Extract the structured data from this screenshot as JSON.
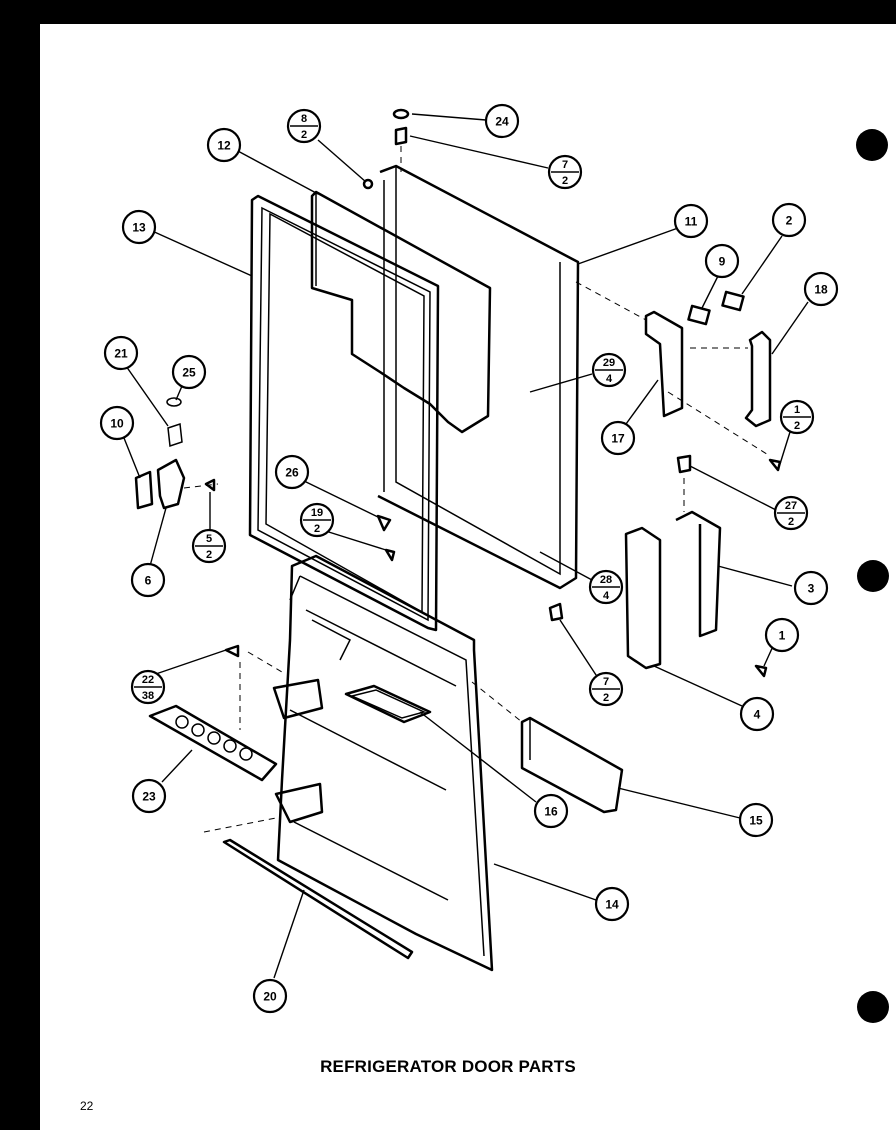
{
  "title": "REFRIGERATOR DOOR PARTS",
  "page_number": "22",
  "callouts": [
    {
      "label": "24"
    },
    {
      "label": "12"
    },
    {
      "label": "13"
    },
    {
      "label": "11"
    },
    {
      "label": "2"
    },
    {
      "label": "9"
    },
    {
      "label": "18"
    },
    {
      "label": "21"
    },
    {
      "label": "25"
    },
    {
      "label": "10"
    },
    {
      "label": "17"
    },
    {
      "label": "26"
    },
    {
      "label": "6"
    },
    {
      "label": "3"
    },
    {
      "label": "1"
    },
    {
      "label": "4"
    },
    {
      "label": "23"
    },
    {
      "label": "16"
    },
    {
      "label": "15"
    },
    {
      "label": "14"
    },
    {
      "label": "20"
    }
  ],
  "fraction_callouts": [
    {
      "num": "8",
      "den": "2"
    },
    {
      "num": "7",
      "den": "2"
    },
    {
      "num": "29",
      "den": "4"
    },
    {
      "num": "1",
      "den": "2"
    },
    {
      "num": "27",
      "den": "2"
    },
    {
      "num": "5",
      "den": "2"
    },
    {
      "num": "19",
      "den": "2"
    },
    {
      "num": "28",
      "den": "4"
    },
    {
      "num": "7",
      "den": "2"
    },
    {
      "num": "22",
      "den": "38"
    }
  ]
}
